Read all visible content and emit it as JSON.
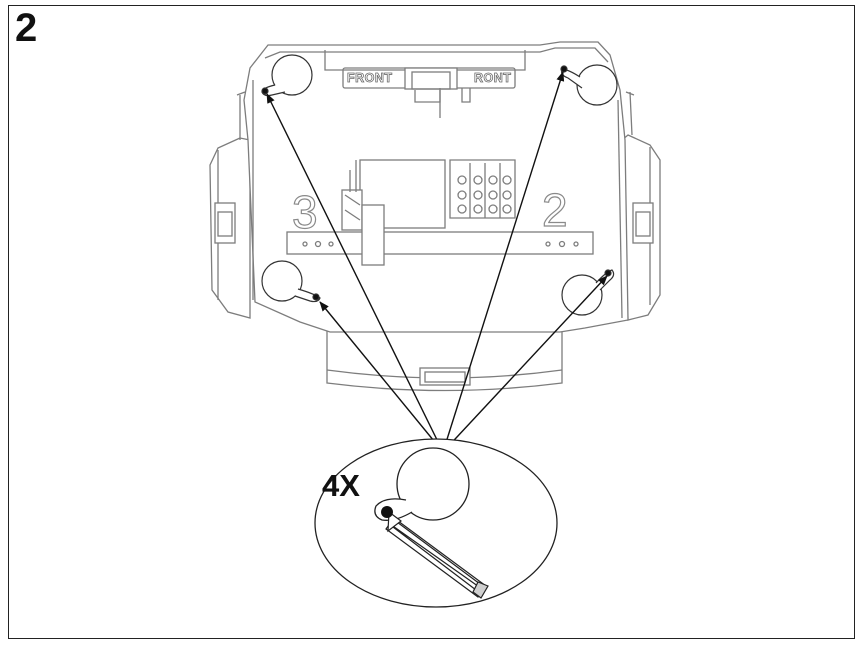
{
  "step": {
    "number": "2"
  },
  "base_labels": {
    "front_left": "FRONT",
    "front_right": "RONT",
    "num_left": "3",
    "num_right": "2"
  },
  "callout": {
    "quantity": "4X"
  },
  "colors": {
    "ink": "#222222",
    "light_line": "#8a8a8a",
    "pencil_fill": "#cfcfcf",
    "mark": "#111111"
  }
}
